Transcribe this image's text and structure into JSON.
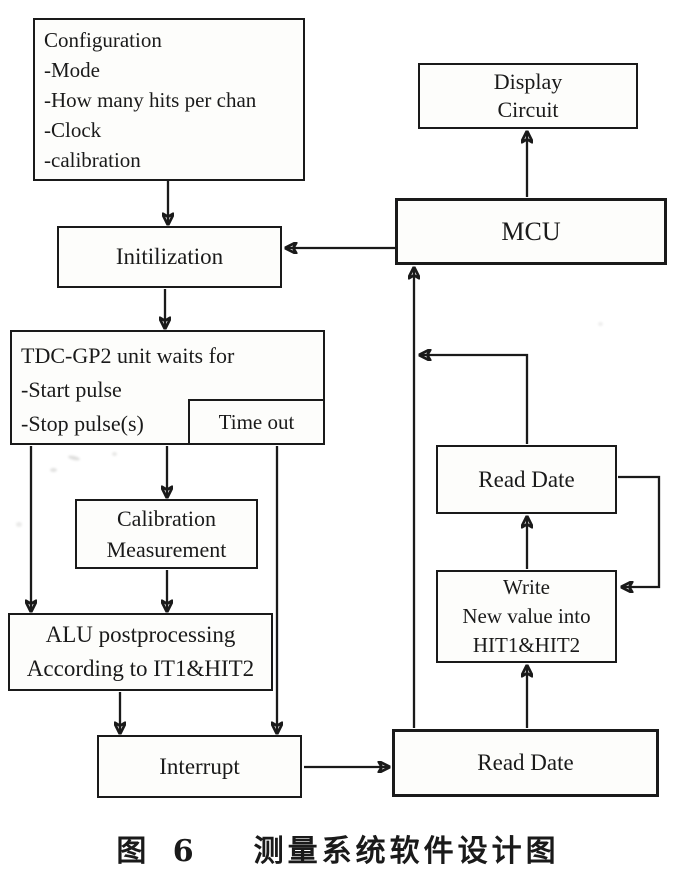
{
  "figure": {
    "caption": {
      "prefix": "图 6",
      "title": "测量系统软件设计图"
    }
  },
  "colors": {
    "ink": "#1a1a1a",
    "paper": "#fdfdfb",
    "page": "#ffffff"
  },
  "nodes": {
    "configuration": {
      "lines": [
        "Configuration",
        "-Mode",
        "-How many hits per chan",
        "-Clock",
        "-calibration"
      ]
    },
    "initialization": {
      "label": "Initilization"
    },
    "display_circuit": {
      "lines": [
        "Display",
        "Circuit"
      ]
    },
    "mcu": {
      "label": "MCU"
    },
    "tdc_gp2": {
      "lines": [
        "TDC-GP2 unit waits for",
        "-Start pulse",
        "-Stop pulse(s)"
      ]
    },
    "time_out": {
      "label": "Time out"
    },
    "calibration_measurement": {
      "lines": [
        "Calibration",
        "Measurement"
      ]
    },
    "alu_postprocessing": {
      "lines": [
        "ALU postprocessing",
        "According to IT1&HIT2"
      ]
    },
    "interrupt": {
      "label": "Interrupt"
    },
    "read_date_upper": {
      "label": "Read Date"
    },
    "write_new_value": {
      "lines": [
        "Write",
        "New value into",
        "HIT1&HIT2"
      ]
    },
    "read_date_lower": {
      "label": "Read Date"
    }
  },
  "edges": [
    {
      "id": "config-to-init",
      "from": "configuration",
      "to": "initialization"
    },
    {
      "id": "mcu-to-init",
      "from": "mcu",
      "to": "initialization"
    },
    {
      "id": "init-to-tdc",
      "from": "initialization",
      "to": "tdc_gp2"
    },
    {
      "id": "tdc-to-alu",
      "from": "tdc_gp2",
      "to": "alu_postprocessing"
    },
    {
      "id": "tdc-to-calib",
      "from": "tdc_gp2",
      "to": "calibration_measurement"
    },
    {
      "id": "calib-to-alu",
      "from": "calibration_measurement",
      "to": "alu_postprocessing"
    },
    {
      "id": "timeout-to-interrupt",
      "from": "time_out",
      "to": "interrupt"
    },
    {
      "id": "alu-to-interrupt",
      "from": "alu_postprocessing",
      "to": "interrupt"
    },
    {
      "id": "interrupt-to-readlower",
      "from": "interrupt",
      "to": "read_date_lower"
    },
    {
      "id": "readlower-to-mcu",
      "from": "read_date_lower",
      "to": "mcu"
    },
    {
      "id": "readlower-to-write",
      "from": "read_date_lower",
      "to": "write_new_value"
    },
    {
      "id": "write-to-readupper",
      "from": "write_new_value",
      "to": "read_date_upper"
    },
    {
      "id": "readupper-to-mcu-line",
      "from": "read_date_upper",
      "to": "mcu"
    },
    {
      "id": "readupper-to-write-loop",
      "from": "read_date_upper",
      "to": "write_new_value"
    },
    {
      "id": "mcu-to-display",
      "from": "mcu",
      "to": "display_circuit"
    }
  ]
}
